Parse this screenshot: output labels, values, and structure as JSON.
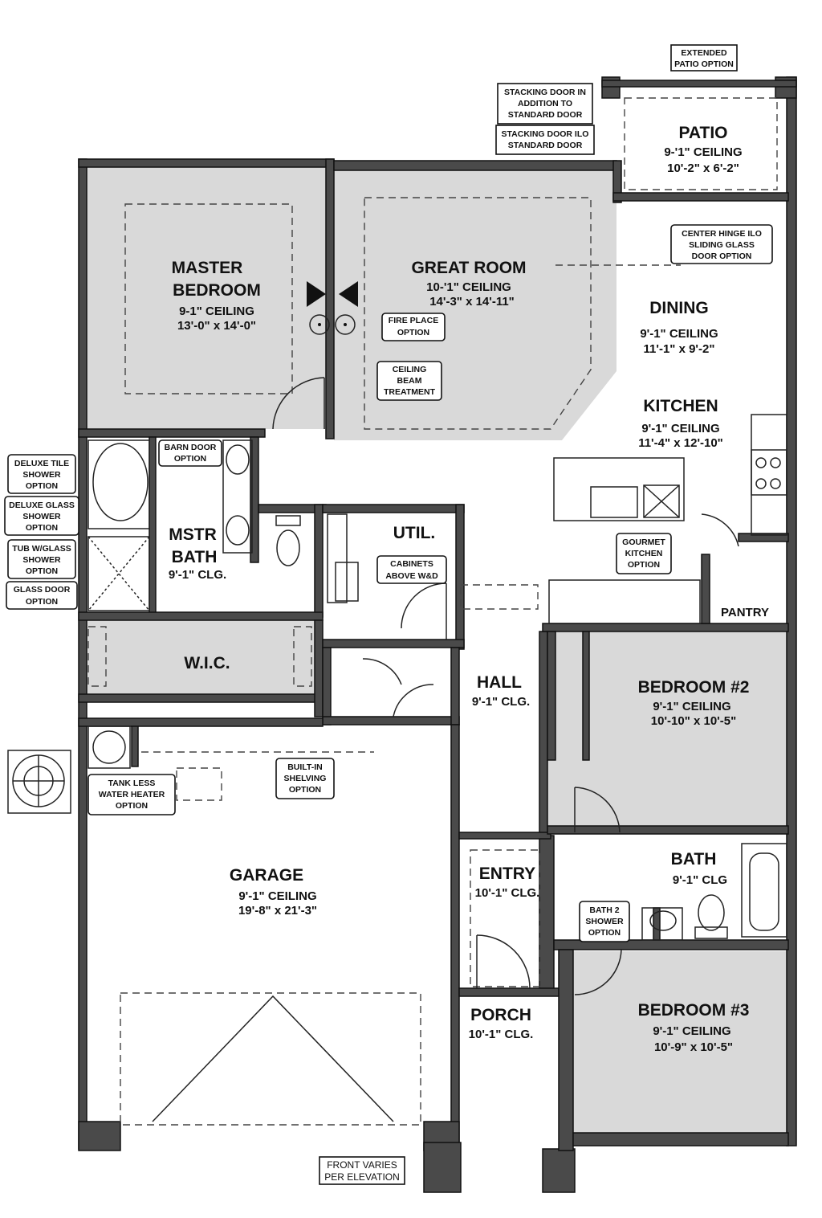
{
  "colors": {
    "shaded_room": "#d9d9d9",
    "wall": "#4a4a4a",
    "line": "#111111",
    "paper": "#ffffff"
  },
  "rooms": {
    "master_bedroom": {
      "name_1": "MASTER",
      "name_2": "BEDROOM",
      "ceiling": "9-1\"    CEILING",
      "size": "13'-0\" x 14'-0\""
    },
    "great_room": {
      "name": "GREAT ROOM",
      "ceiling": "10-'1\"      CEILING",
      "size": "14'-3\" x 14'-11\""
    },
    "patio": {
      "name": "PATIO",
      "ceiling": "9-'1\" CEILING",
      "size": "10'-2\" x 6'-2\""
    },
    "dining": {
      "name": "DINING",
      "ceiling": "9'-1\" CEILING",
      "size": "11'-1\" x 9'-2\""
    },
    "kitchen": {
      "name": "KITCHEN",
      "ceiling": "9'-1\" CEILING",
      "size": "11'-4\" x 12'-10\""
    },
    "mstr_bath": {
      "name_1": "MSTR",
      "name_2": "BATH",
      "ceiling": "9'-1\" CLG."
    },
    "util": {
      "name": "UTIL."
    },
    "pantry": {
      "name": "PANTRY"
    },
    "wic": {
      "name": "W.I.C."
    },
    "hall": {
      "name": "HALL",
      "ceiling": "9'-1\" CLG."
    },
    "bedroom_2": {
      "name": "BEDROOM #2",
      "ceiling": "9'-1\"        CEILING",
      "size": "10'-10\" x 10'-5\""
    },
    "garage": {
      "name": "GARAGE",
      "ceiling": "9'-1\" CEILING",
      "size": "19'-8\" x 21'-3\""
    },
    "bath": {
      "name": "BATH",
      "ceiling": "9'-1\"     CLG"
    },
    "entry": {
      "name": "ENTRY",
      "ceiling": "10'-1\" CLG."
    },
    "porch": {
      "name": "PORCH",
      "ceiling": "10'-1\" CLG."
    },
    "bedroom_3": {
      "name": "BEDROOM #3",
      "ceiling": "9'-1\"        CEILING",
      "size": "10'-9\" x 10'-5\""
    }
  },
  "options": {
    "extended_patio": [
      "EXTENDED",
      "PATIO OPTION"
    ],
    "stacking_in_addition": [
      "STACKING DOOR IN",
      "ADDITION TO",
      "STANDARD DOOR"
    ],
    "stacking_ilo": [
      "STACKING DOOR ILO",
      "STANDARD DOOR"
    ],
    "center_hinge": [
      "CENTER HINGE ILO",
      "SLIDING GLASS",
      "DOOR OPTION"
    ],
    "fire_place": [
      "FIRE PLACE",
      "OPTION"
    ],
    "ceiling_beam": [
      "CEILING",
      "BEAM",
      "TREATMENT"
    ],
    "barn_door": [
      "BARN DOOR",
      "OPTION"
    ],
    "deluxe_tile": [
      "DELUXE TILE",
      "SHOWER",
      "OPTION"
    ],
    "deluxe_glass": [
      "DELUXE GLASS",
      "SHOWER",
      "OPTION"
    ],
    "tub_wglass": [
      "TUB W/GLASS",
      "SHOWER",
      "OPTION"
    ],
    "glass_door": [
      "GLASS DOOR",
      "OPTION"
    ],
    "cabinets": [
      "CABINETS",
      "ABOVE W&D"
    ],
    "gourmet_kitchen": [
      "GOURMET",
      "KITCHEN",
      "OPTION"
    ],
    "tankless": [
      "TANK LESS",
      "WATER HEATER",
      "OPTION"
    ],
    "built_in": [
      "BUILT-IN",
      "SHELVING",
      "OPTION"
    ],
    "bath2_shower": [
      "BATH 2",
      "SHOWER",
      "OPTION"
    ]
  },
  "footer_note": [
    "FRONT VARIES",
    "PER ELEVATION"
  ]
}
